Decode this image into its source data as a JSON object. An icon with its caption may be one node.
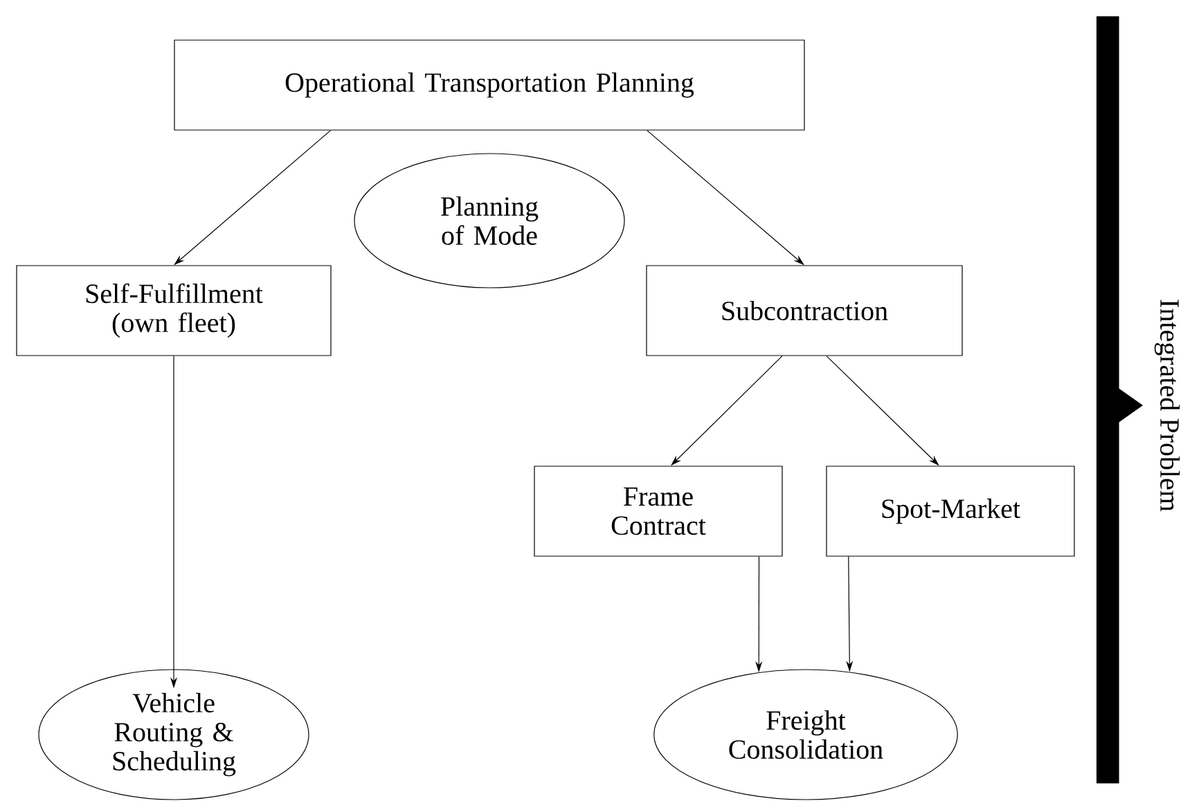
{
  "diagram": {
    "nodes": [
      {
        "text": [
          "Operational Transportation Planning"
        ]
      },
      {
        "text": [
          "Planning of Mode"
        ]
      },
      {
        "text": [
          "Self-Fulfillment (own fleet)"
        ]
      },
      {
        "text": [
          "Subcontraction"
        ]
      },
      {
        "text": [
          "Frame Contract"
        ]
      },
      {
        "text": [
          "Spot-Market"
        ]
      },
      {
        "text": [
          "Vehicle Routing & Scheduling"
        ]
      },
      {
        "text": [
          "Freight Consolidation"
        ]
      }
    ],
    "edges": [
      {
        "from": 0,
        "to": 2,
        "arrow": "to"
      },
      {
        "from": 0,
        "to": 3,
        "arrow": "to"
      },
      {
        "from": 3,
        "to": 4,
        "arrow": "to"
      },
      {
        "from": 3,
        "to": 5,
        "arrow": "to"
      },
      {
        "from": 2,
        "to": 6,
        "arrow": "to"
      },
      {
        "from": 4,
        "to": 7,
        "arrow": "to"
      },
      {
        "from": 5,
        "to": 7,
        "arrow": "to"
      }
    ],
    "labels": [
      "Integrated Problem"
    ]
  }
}
